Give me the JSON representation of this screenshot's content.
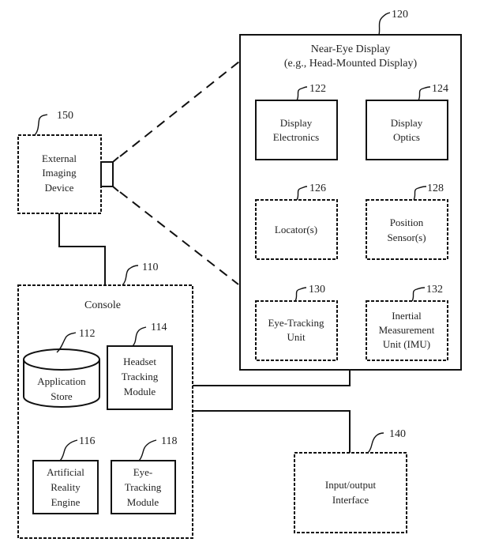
{
  "diagram": {
    "near_eye_display": {
      "ref": "120",
      "title_line1": "Near-Eye Display",
      "title_line2": "(e.g., Head-Mounted Display)",
      "components": {
        "display_electronics": {
          "ref": "122",
          "line1": "Display",
          "line2": "Electronics",
          "border": "solid"
        },
        "display_optics": {
          "ref": "124",
          "line1": "Display",
          "line2": "Optics",
          "border": "solid"
        },
        "locators": {
          "ref": "126",
          "line1": "Locator(s)",
          "border": "dashed"
        },
        "position_sensors": {
          "ref": "128",
          "line1": "Position",
          "line2": "Sensor(s)",
          "border": "dashed"
        },
        "eye_tracking_unit": {
          "ref": "130",
          "line1": "Eye-Tracking",
          "line2": "Unit",
          "border": "dashed"
        },
        "imu": {
          "ref": "132",
          "line1": "Inertial",
          "line2": "Measurement",
          "line3": "Unit (IMU)",
          "border": "dashed"
        }
      }
    },
    "external_imaging_device": {
      "ref": "150",
      "line1": "External",
      "line2": "Imaging",
      "line3": "Device",
      "border": "dashed"
    },
    "console": {
      "ref": "110",
      "title": "Console",
      "border": "dashed",
      "components": {
        "application_store": {
          "ref": "112",
          "line1": "Application",
          "line2": "Store",
          "shape": "cylinder"
        },
        "headset_tracking_module": {
          "ref": "114",
          "line1": "Headset",
          "line2": "Tracking",
          "line3": "Module",
          "border": "solid"
        },
        "artificial_reality_engine": {
          "ref": "116",
          "line1": "Artificial",
          "line2": "Reality",
          "line3": "Engine",
          "border": "solid"
        },
        "eye_tracking_module": {
          "ref": "118",
          "line1": "Eye-",
          "line2": "Tracking",
          "line3": "Module",
          "border": "solid"
        }
      }
    },
    "io_interface": {
      "ref": "140",
      "line1": "Input/output",
      "line2": "Interface",
      "border": "dashed"
    },
    "connections": [
      "external_imaging_device-console",
      "console-near_eye_display",
      "console-io_interface",
      "external_imaging_device-near_eye_display (field of view)"
    ],
    "colors": {
      "line": "#111111",
      "text": "#222222",
      "background": "#ffffff"
    }
  }
}
